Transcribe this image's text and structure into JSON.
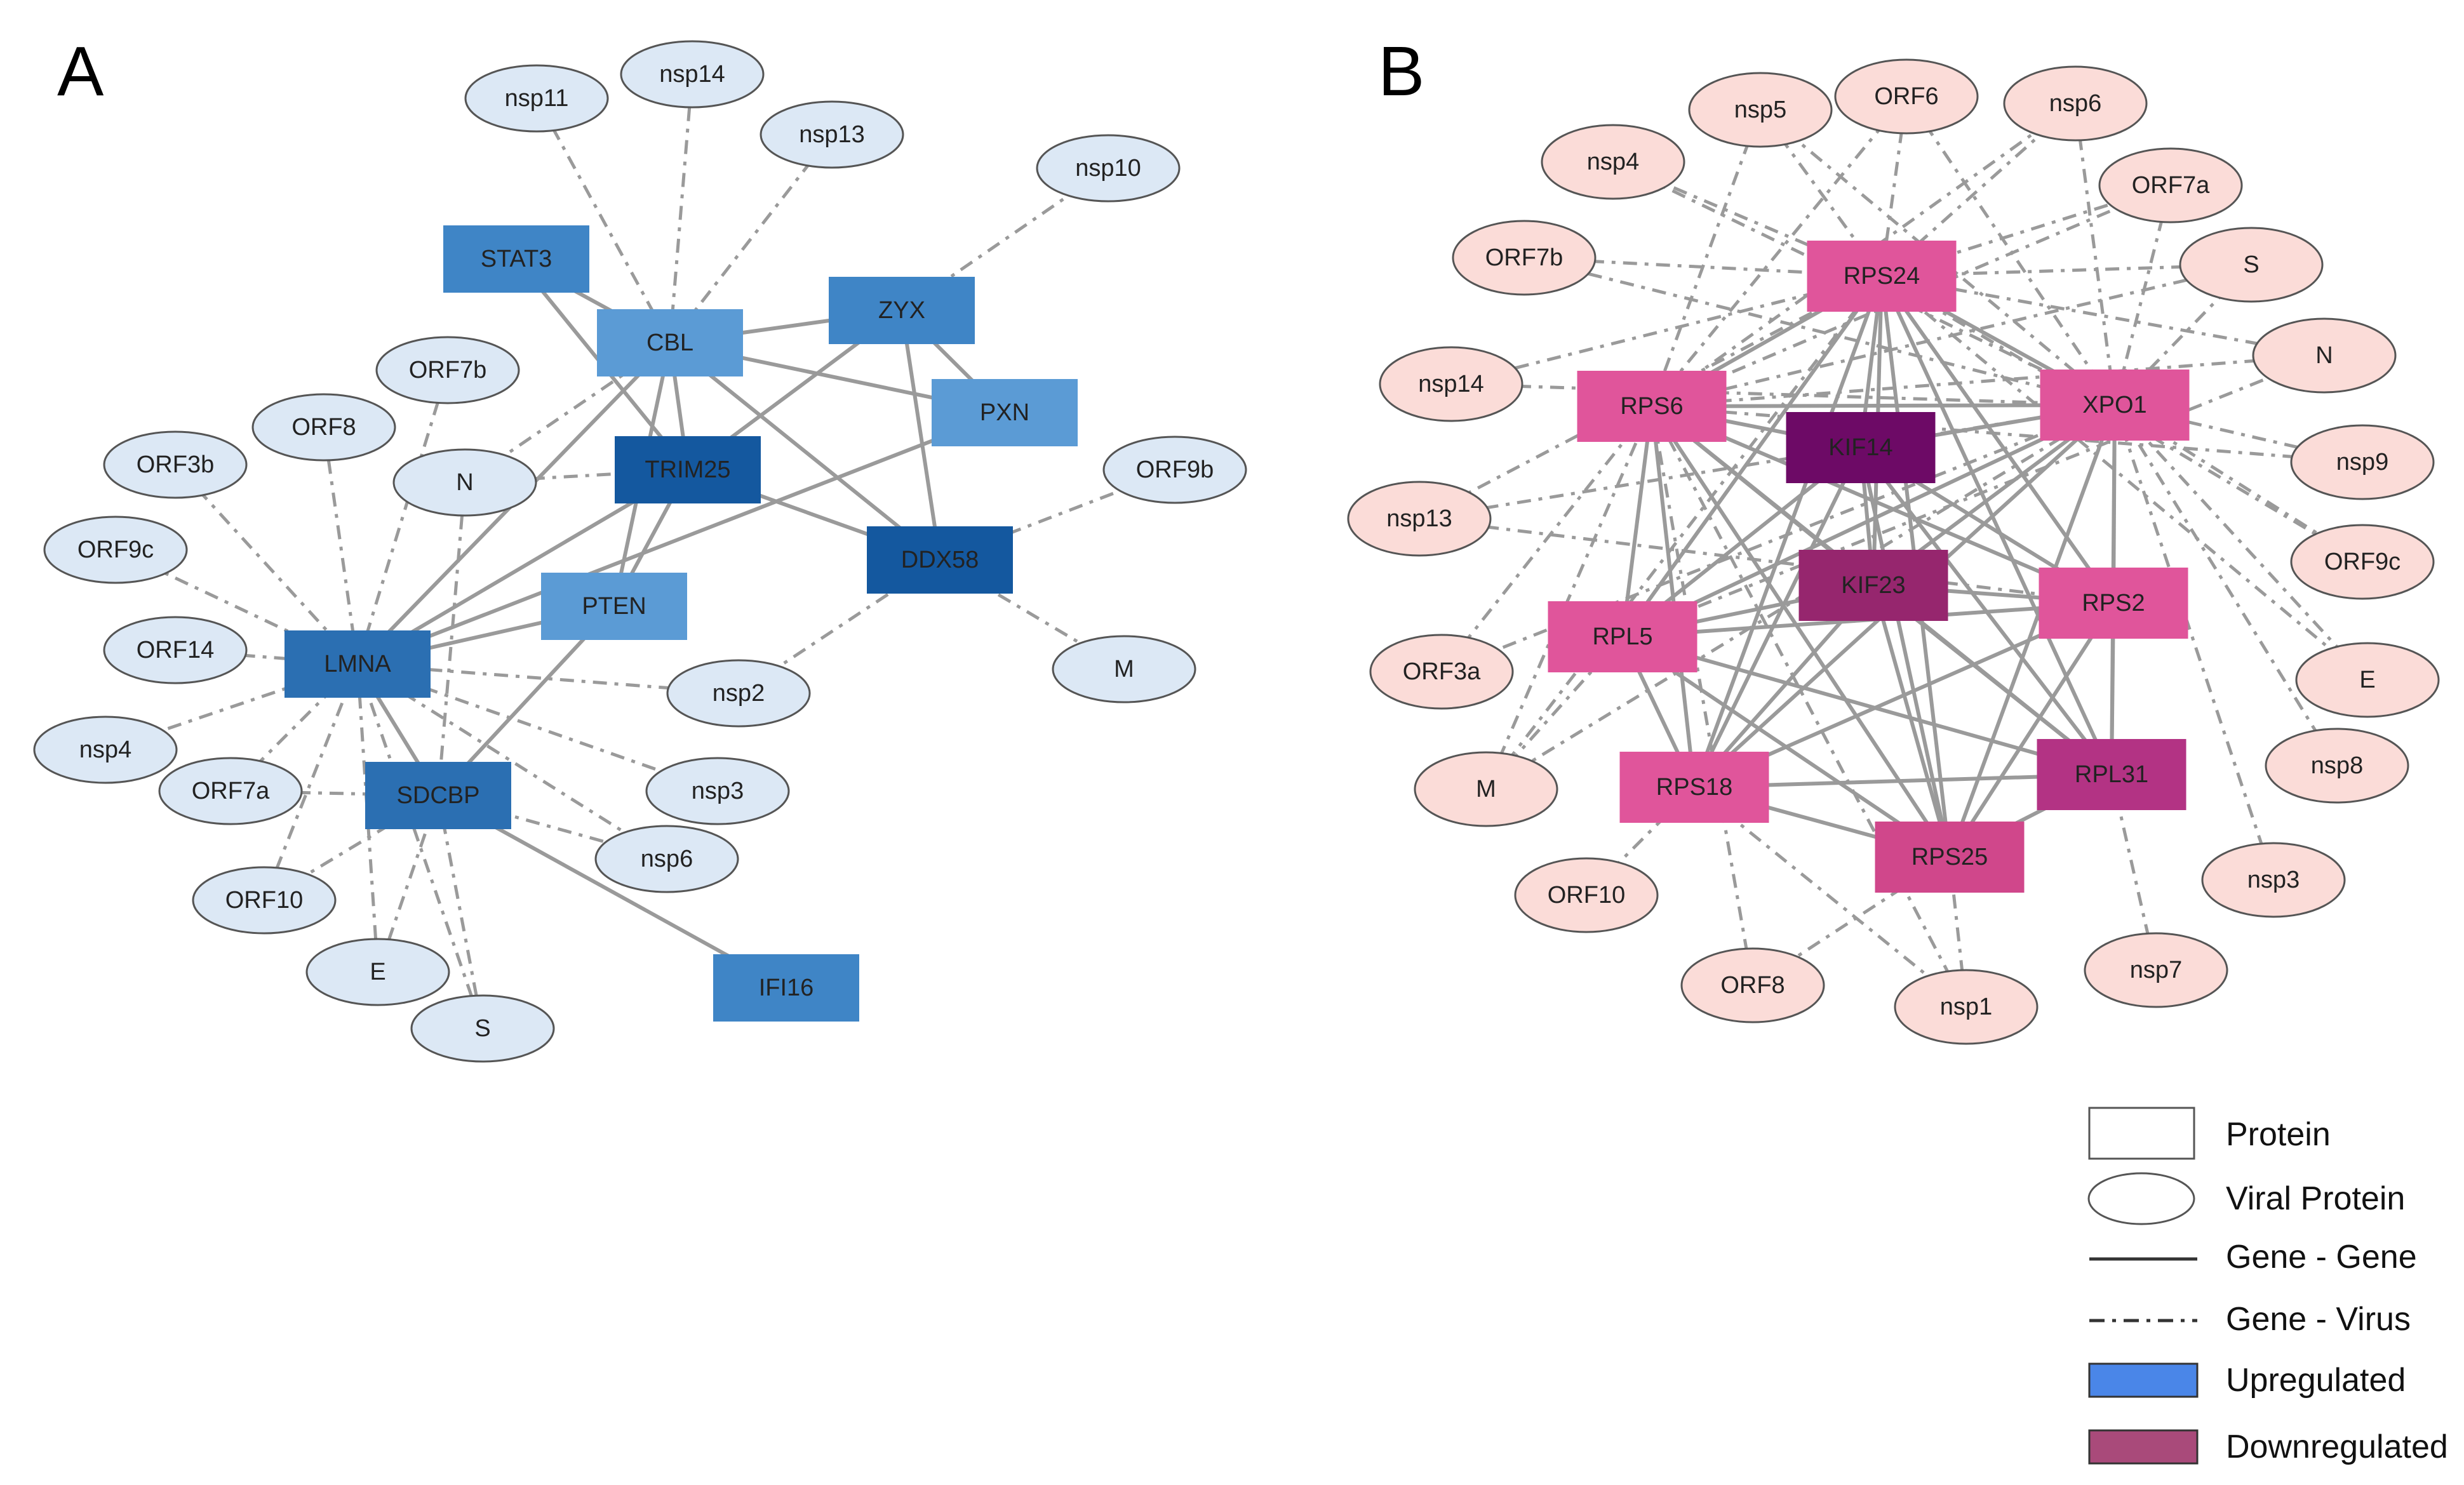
{
  "panels": [
    {
      "label": "A",
      "colors": {
        "protein_shades": [
          "#5b9bd5",
          "#3f85c6",
          "#2b6fb2",
          "#14589f"
        ],
        "viral_fill": "#dce8f5",
        "viral_stroke": "#555555",
        "edge": "#9a9a9a"
      },
      "proteins": [
        {
          "id": "STAT3",
          "label": "STAT3",
          "shade": 1
        },
        {
          "id": "CBL",
          "label": "CBL",
          "shade": 0
        },
        {
          "id": "ZYX",
          "label": "ZYX",
          "shade": 1
        },
        {
          "id": "PXN",
          "label": "PXN",
          "shade": 0
        },
        {
          "id": "TRIM25",
          "label": "TRIM25",
          "shade": 3
        },
        {
          "id": "DDX58",
          "label": "DDX58",
          "shade": 3
        },
        {
          "id": "PTEN",
          "label": "PTEN",
          "shade": 0
        },
        {
          "id": "LMNA",
          "label": "LMNA",
          "shade": 2
        },
        {
          "id": "SDCBP",
          "label": "SDCBP",
          "shade": 2
        },
        {
          "id": "IFI16",
          "label": "IFI16",
          "shade": 1
        }
      ],
      "viral": [
        {
          "id": "nsp11",
          "label": "nsp11"
        },
        {
          "id": "nsp14",
          "label": "nsp14"
        },
        {
          "id": "nsp13",
          "label": "nsp13"
        },
        {
          "id": "nsp10",
          "label": "nsp10"
        },
        {
          "id": "ORF7b",
          "label": "ORF7b"
        },
        {
          "id": "ORF8",
          "label": "ORF8"
        },
        {
          "id": "ORF3b",
          "label": "ORF3b"
        },
        {
          "id": "N",
          "label": "N"
        },
        {
          "id": "ORF9b",
          "label": "ORF9b"
        },
        {
          "id": "ORF9c",
          "label": "ORF9c"
        },
        {
          "id": "ORF14",
          "label": "ORF14"
        },
        {
          "id": "M",
          "label": "M"
        },
        {
          "id": "nsp2",
          "label": "nsp2"
        },
        {
          "id": "nsp4",
          "label": "nsp4"
        },
        {
          "id": "ORF7a",
          "label": "ORF7a"
        },
        {
          "id": "nsp3",
          "label": "nsp3"
        },
        {
          "id": "nsp6",
          "label": "nsp6"
        },
        {
          "id": "ORF10",
          "label": "ORF10"
        },
        {
          "id": "E",
          "label": "E"
        },
        {
          "id": "S",
          "label": "S"
        }
      ],
      "gene_gene": [
        [
          "STAT3",
          "CBL"
        ],
        [
          "STAT3",
          "TRIM25"
        ],
        [
          "CBL",
          "ZYX"
        ],
        [
          "CBL",
          "PXN"
        ],
        [
          "CBL",
          "TRIM25"
        ],
        [
          "CBL",
          "DDX58"
        ],
        [
          "CBL",
          "PTEN"
        ],
        [
          "ZYX",
          "PXN"
        ],
        [
          "ZYX",
          "DDX58"
        ],
        [
          "ZYX",
          "TRIM25"
        ],
        [
          "PXN",
          "LMNA"
        ],
        [
          "TRIM25",
          "DDX58"
        ],
        [
          "TRIM25",
          "PTEN"
        ],
        [
          "TRIM25",
          "LMNA"
        ],
        [
          "PTEN",
          "LMNA"
        ],
        [
          "PTEN",
          "SDCBP"
        ],
        [
          "LMNA",
          "SDCBP"
        ],
        [
          "SDCBP",
          "IFI16"
        ],
        [
          "CBL",
          "LMNA"
        ]
      ],
      "gene_virus": [
        [
          "nsp11",
          "CBL"
        ],
        [
          "nsp14",
          "CBL"
        ],
        [
          "nsp13",
          "CBL"
        ],
        [
          "nsp10",
          "ZYX"
        ],
        [
          "N",
          "TRIM25"
        ],
        [
          "N",
          "CBL"
        ],
        [
          "N",
          "SDCBP"
        ],
        [
          "ORF9b",
          "DDX58"
        ],
        [
          "M",
          "DDX58"
        ],
        [
          "nsp2",
          "DDX58"
        ],
        [
          "ORF7b",
          "LMNA"
        ],
        [
          "ORF8",
          "LMNA"
        ],
        [
          "ORF3b",
          "LMNA"
        ],
        [
          "ORF9c",
          "LMNA"
        ],
        [
          "ORF14",
          "LMNA"
        ],
        [
          "nsp4",
          "LMNA"
        ],
        [
          "ORF7a",
          "LMNA"
        ],
        [
          "nsp2",
          "LMNA"
        ],
        [
          "nsp3",
          "LMNA"
        ],
        [
          "nsp6",
          "LMNA"
        ],
        [
          "ORF10",
          "LMNA"
        ],
        [
          "E",
          "LMNA"
        ],
        [
          "S",
          "LMNA"
        ],
        [
          "ORF7a",
          "SDCBP"
        ],
        [
          "ORF10",
          "SDCBP"
        ],
        [
          "E",
          "SDCBP"
        ],
        [
          "S",
          "SDCBP"
        ],
        [
          "nsp6",
          "SDCBP"
        ]
      ]
    },
    {
      "label": "B",
      "colors": {
        "protein_shades": [
          "#e0559b",
          "#d0478b",
          "#b33384",
          "#96266e",
          "#6d0a66"
        ],
        "viral_fill": "#fbdcd8",
        "viral_stroke": "#555555",
        "edge": "#9a9a9a"
      },
      "proteins": [
        {
          "id": "RPS24",
          "label": "RPS24",
          "shade": 0
        },
        {
          "id": "RPS6",
          "label": "RPS6",
          "shade": 0
        },
        {
          "id": "KIF14",
          "label": "KIF14",
          "shade": 4
        },
        {
          "id": "XPO1",
          "label": "XPO1",
          "shade": 0
        },
        {
          "id": "KIF23",
          "label": "KIF23",
          "shade": 3
        },
        {
          "id": "RPS2",
          "label": "RPS2",
          "shade": 0
        },
        {
          "id": "RPL5",
          "label": "RPL5",
          "shade": 0
        },
        {
          "id": "RPS18",
          "label": "RPS18",
          "shade": 0
        },
        {
          "id": "RPL31",
          "label": "RPL31",
          "shade": 2
        },
        {
          "id": "RPS25",
          "label": "RPS25",
          "shade": 1
        }
      ],
      "viral": [
        {
          "id": "nsp5",
          "label": "nsp5"
        },
        {
          "id": "ORF6",
          "label": "ORF6"
        },
        {
          "id": "nsp6",
          "label": "nsp6"
        },
        {
          "id": "nsp4",
          "label": "nsp4"
        },
        {
          "id": "ORF7a",
          "label": "ORF7a"
        },
        {
          "id": "ORF7b",
          "label": "ORF7b"
        },
        {
          "id": "S",
          "label": "S"
        },
        {
          "id": "nsp14",
          "label": "nsp14"
        },
        {
          "id": "N",
          "label": "N"
        },
        {
          "id": "nsp9",
          "label": "nsp9"
        },
        {
          "id": "nsp13",
          "label": "nsp13"
        },
        {
          "id": "ORF9c",
          "label": "ORF9c"
        },
        {
          "id": "ORF3a",
          "label": "ORF3a"
        },
        {
          "id": "E",
          "label": "E"
        },
        {
          "id": "nsp8",
          "label": "nsp8"
        },
        {
          "id": "M",
          "label": "M"
        },
        {
          "id": "nsp3",
          "label": "nsp3"
        },
        {
          "id": "ORF10",
          "label": "ORF10"
        },
        {
          "id": "nsp7",
          "label": "nsp7"
        },
        {
          "id": "ORF8",
          "label": "ORF8"
        },
        {
          "id": "nsp1",
          "label": "nsp1"
        }
      ],
      "gene_gene": [
        [
          "RPS24",
          "RPS6"
        ],
        [
          "RPS24",
          "KIF14"
        ],
        [
          "RPS24",
          "XPO1"
        ],
        [
          "RPS24",
          "KIF23"
        ],
        [
          "RPS24",
          "RPS2"
        ],
        [
          "RPS24",
          "RPL5"
        ],
        [
          "RPS24",
          "RPS18"
        ],
        [
          "RPS24",
          "RPL31"
        ],
        [
          "RPS24",
          "RPS25"
        ],
        [
          "RPS6",
          "KIF14"
        ],
        [
          "RPS6",
          "XPO1"
        ],
        [
          "RPS6",
          "KIF23"
        ],
        [
          "RPS6",
          "RPS2"
        ],
        [
          "RPS6",
          "RPL5"
        ],
        [
          "RPS6",
          "RPS18"
        ],
        [
          "RPS6",
          "RPL31"
        ],
        [
          "RPS6",
          "RPS25"
        ],
        [
          "KIF14",
          "XPO1"
        ],
        [
          "KIF14",
          "KIF23"
        ],
        [
          "KIF14",
          "RPS2"
        ],
        [
          "KIF14",
          "RPL5"
        ],
        [
          "KIF14",
          "RPS18"
        ],
        [
          "KIF14",
          "RPL31"
        ],
        [
          "KIF14",
          "RPS25"
        ],
        [
          "XPO1",
          "KIF23"
        ],
        [
          "XPO1",
          "RPS2"
        ],
        [
          "XPO1",
          "RPL5"
        ],
        [
          "XPO1",
          "RPS18"
        ],
        [
          "XPO1",
          "RPL31"
        ],
        [
          "XPO1",
          "RPS25"
        ],
        [
          "KIF23",
          "RPS2"
        ],
        [
          "KIF23",
          "RPL5"
        ],
        [
          "KIF23",
          "RPS18"
        ],
        [
          "KIF23",
          "RPL31"
        ],
        [
          "KIF23",
          "RPS25"
        ],
        [
          "RPS2",
          "RPL5"
        ],
        [
          "RPS2",
          "RPS18"
        ],
        [
          "RPS2",
          "RPL31"
        ],
        [
          "RPS2",
          "RPS25"
        ],
        [
          "RPL5",
          "RPS18"
        ],
        [
          "RPL5",
          "RPL31"
        ],
        [
          "RPL5",
          "RPS25"
        ],
        [
          "RPS18",
          "RPL31"
        ],
        [
          "RPS18",
          "RPS25"
        ],
        [
          "RPL31",
          "RPS25"
        ]
      ],
      "gene_virus": [
        [
          "nsp5",
          "RPS24"
        ],
        [
          "nsp5",
          "XPO1"
        ],
        [
          "nsp5",
          "RPS6"
        ],
        [
          "ORF6",
          "RPS24"
        ],
        [
          "ORF6",
          "RPS6"
        ],
        [
          "ORF6",
          "XPO1"
        ],
        [
          "nsp6",
          "RPS24"
        ],
        [
          "nsp6",
          "RPS6"
        ],
        [
          "nsp6",
          "XPO1"
        ],
        [
          "nsp4",
          "RPS24"
        ],
        [
          "nsp4",
          "XPO1"
        ],
        [
          "ORF7a",
          "RPS24"
        ],
        [
          "ORF7a",
          "RPS6"
        ],
        [
          "ORF7a",
          "XPO1"
        ],
        [
          "ORF7b",
          "RPS24"
        ],
        [
          "ORF7b",
          "XPO1"
        ],
        [
          "S",
          "RPS24"
        ],
        [
          "S",
          "RPS6"
        ],
        [
          "S",
          "XPO1"
        ],
        [
          "nsp14",
          "RPS24"
        ],
        [
          "nsp14",
          "XPO1"
        ],
        [
          "N",
          "RPS24"
        ],
        [
          "N",
          "RPS6"
        ],
        [
          "N",
          "RPL5"
        ],
        [
          "nsp9",
          "RPS6"
        ],
        [
          "nsp9",
          "XPO1"
        ],
        [
          "nsp13",
          "RPS24"
        ],
        [
          "nsp13",
          "XPO1"
        ],
        [
          "nsp13",
          "RPS2"
        ],
        [
          "ORF9c",
          "XPO1"
        ],
        [
          "ORF9c",
          "RPS24"
        ],
        [
          "ORF3a",
          "RPS6"
        ],
        [
          "ORF3a",
          "XPO1"
        ],
        [
          "E",
          "XPO1"
        ],
        [
          "E",
          "RPS24"
        ],
        [
          "nsp8",
          "XPO1"
        ],
        [
          "M",
          "RPS6"
        ],
        [
          "M",
          "RPS24"
        ],
        [
          "M",
          "XPO1"
        ],
        [
          "M",
          "RPL5"
        ],
        [
          "nsp3",
          "XPO1"
        ],
        [
          "ORF10",
          "RPS18"
        ],
        [
          "nsp7",
          "RPL31"
        ],
        [
          "ORF8",
          "RPS25"
        ],
        [
          "ORF8",
          "RPS6"
        ],
        [
          "nsp1",
          "RPS18"
        ],
        [
          "nsp1",
          "RPS25"
        ],
        [
          "nsp1",
          "RPS6"
        ]
      ]
    }
  ],
  "legend": [
    {
      "key": "protein",
      "label": "Protein"
    },
    {
      "key": "viral",
      "label": "Viral Protein"
    },
    {
      "key": "gene_gene",
      "label": "Gene - Gene"
    },
    {
      "key": "gene_virus",
      "label": "Gene - Virus"
    },
    {
      "key": "up",
      "label": "Upregulated",
      "color": "#4a86e8"
    },
    {
      "key": "down",
      "label": "Downregulated",
      "color": "#a94a7a"
    }
  ]
}
